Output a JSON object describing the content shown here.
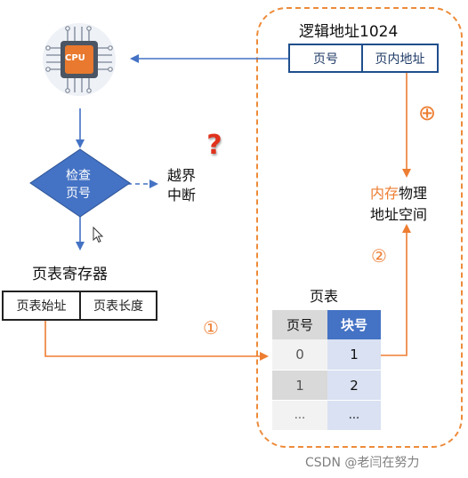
{
  "logical_address": {
    "title": "逻辑地址1024",
    "page_no": "页号",
    "page_offset": "页内地址"
  },
  "cpu": {
    "label": "CPU"
  },
  "decision": {
    "line1": "检查",
    "line2": "页号"
  },
  "interrupt": {
    "line1": "越界",
    "line2": "中断"
  },
  "page_table_register": {
    "title": "页表寄存器",
    "start": "页表始址",
    "length": "页表长度"
  },
  "physical": {
    "line1_highlight": "内存",
    "line1_rest": "物理",
    "line2": "地址空间"
  },
  "plus_symbol": "⊕",
  "step_markers": {
    "one": "①",
    "two": "②"
  },
  "page_table": {
    "title": "页表",
    "headers": [
      "页号",
      "块号"
    ],
    "rows": [
      [
        "0",
        "1"
      ],
      [
        "1",
        "2"
      ],
      [
        "...",
        "..."
      ]
    ]
  },
  "watermark": "CSDN @老闫在努力",
  "colors": {
    "blue": "#4472C4",
    "orange": "#ED7D31",
    "dashed_orange": "#ED8B3A",
    "header_blue": "#4472C4",
    "cell_blue": "#D9E1F2",
    "cell_gray": "#D9D9D9"
  }
}
